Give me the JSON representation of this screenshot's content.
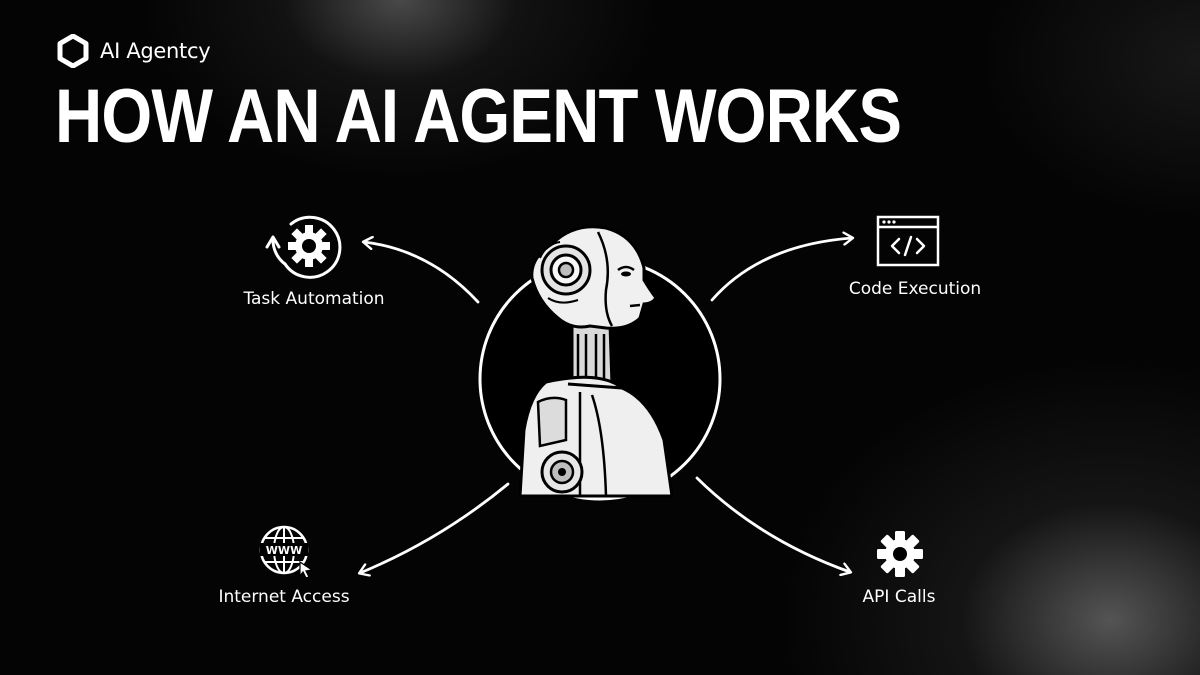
{
  "brand": {
    "name": "AI Agentcy",
    "logo_icon": "hexagon-logo-icon"
  },
  "title": "HOW AN AI AGENT WORKS",
  "center": {
    "icon": "robot-head-icon"
  },
  "nodes": [
    {
      "label": "Task Automation",
      "icon": "gear-cycle-icon"
    },
    {
      "label": "Code Execution",
      "icon": "code-window-icon"
    },
    {
      "label": "Internet Access",
      "icon": "globe-www-icon"
    },
    {
      "label": "API Calls",
      "icon": "gear-icon"
    }
  ],
  "colors": {
    "background": "#000000",
    "foreground": "#ffffff"
  }
}
